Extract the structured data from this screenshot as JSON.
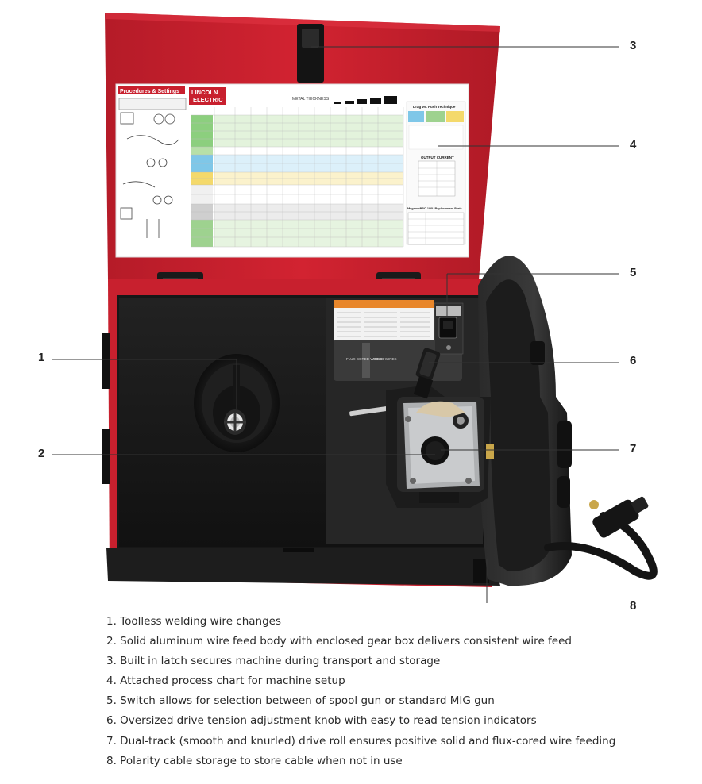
{
  "chart_card": {
    "heading": "Procedures & Settings",
    "brand_line1": "LINCOLN",
    "brand_line2": "ELECTRIC",
    "metal_thickness_label": "METAL THICKNESS",
    "technique_title": "Drag vs. Push Technique",
    "output_title": "OUTPUT CURRENT",
    "parts_title": "MagnumPRO 100L Replacement Parts"
  },
  "feed_plate": {
    "left_label": "FLUX CORED WIRES",
    "right_label": "SOLID WIRES"
  },
  "callouts": [
    {
      "id": "1",
      "label": "1"
    },
    {
      "id": "2",
      "label": "2"
    },
    {
      "id": "3",
      "label": "3"
    },
    {
      "id": "4",
      "label": "4"
    },
    {
      "id": "5",
      "label": "5"
    },
    {
      "id": "6",
      "label": "6"
    },
    {
      "id": "7",
      "label": "7"
    },
    {
      "id": "8",
      "label": "8"
    }
  ],
  "features": [
    "1. Toolless welding wire changes",
    "2. Solid aluminum wire feed body with enclosed gear box delivers consistent wire feed",
    "3. Built in latch secures machine during transport and storage",
    "4. Attached process chart for machine setup",
    "5. Switch allows for selection between of spool gun or standard MIG gun",
    "6. Oversized drive tension adjustment knob with easy to read tension indicators",
    "7. Dual-track (smooth and knurled) drive roll ensures positive solid and flux-cored wire feeding",
    "8. Polarity cable storage to store cable when not in use"
  ],
  "colors": {
    "lid_red": "#c8202e",
    "body_black": "#1b1b1b",
    "leader_line": "#333333"
  }
}
